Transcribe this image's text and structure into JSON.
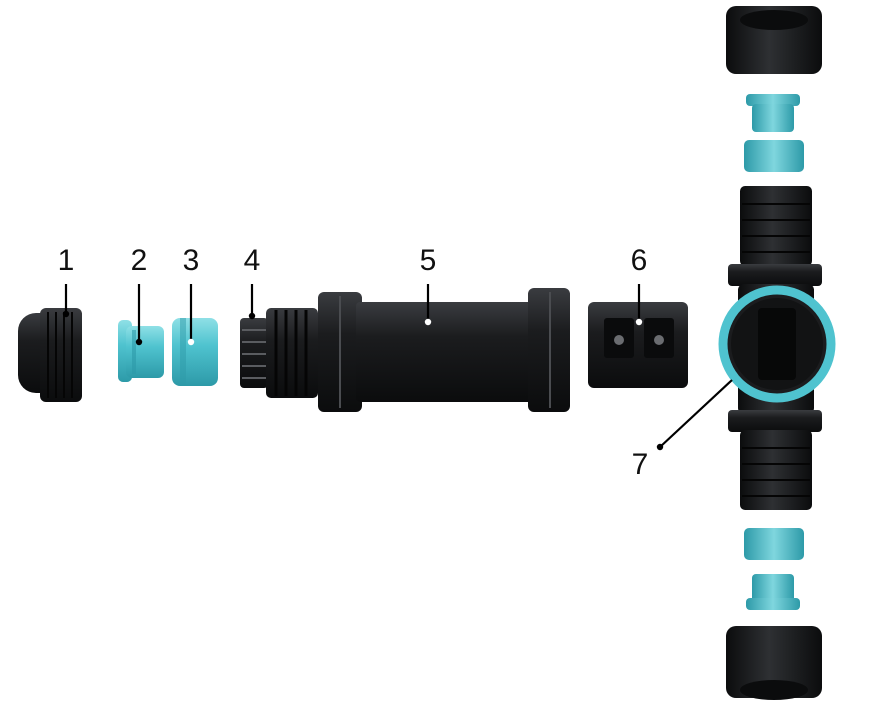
{
  "labels": [
    "1",
    "2",
    "3",
    "4",
    "5",
    "6",
    "7"
  ],
  "colors": {
    "body": "#1b1c1e",
    "body_dark": "#0b0c0d",
    "body_light": "#3a3c40",
    "seal": "#4fc3cf",
    "seal_dark": "#2d9aa8",
    "seal_light": "#8fe0e6",
    "leader": "#000000"
  },
  "parts": [
    {
      "name": "cap-nut",
      "label": "1"
    },
    {
      "name": "seal-ring-small",
      "label": "2"
    },
    {
      "name": "seal-ring-large",
      "label": "3"
    },
    {
      "name": "clamping-claw",
      "label": "4"
    },
    {
      "name": "main-housing",
      "label": "5"
    },
    {
      "name": "terminal-block",
      "label": "6"
    },
    {
      "name": "t-connector-body",
      "label": "7"
    }
  ]
}
